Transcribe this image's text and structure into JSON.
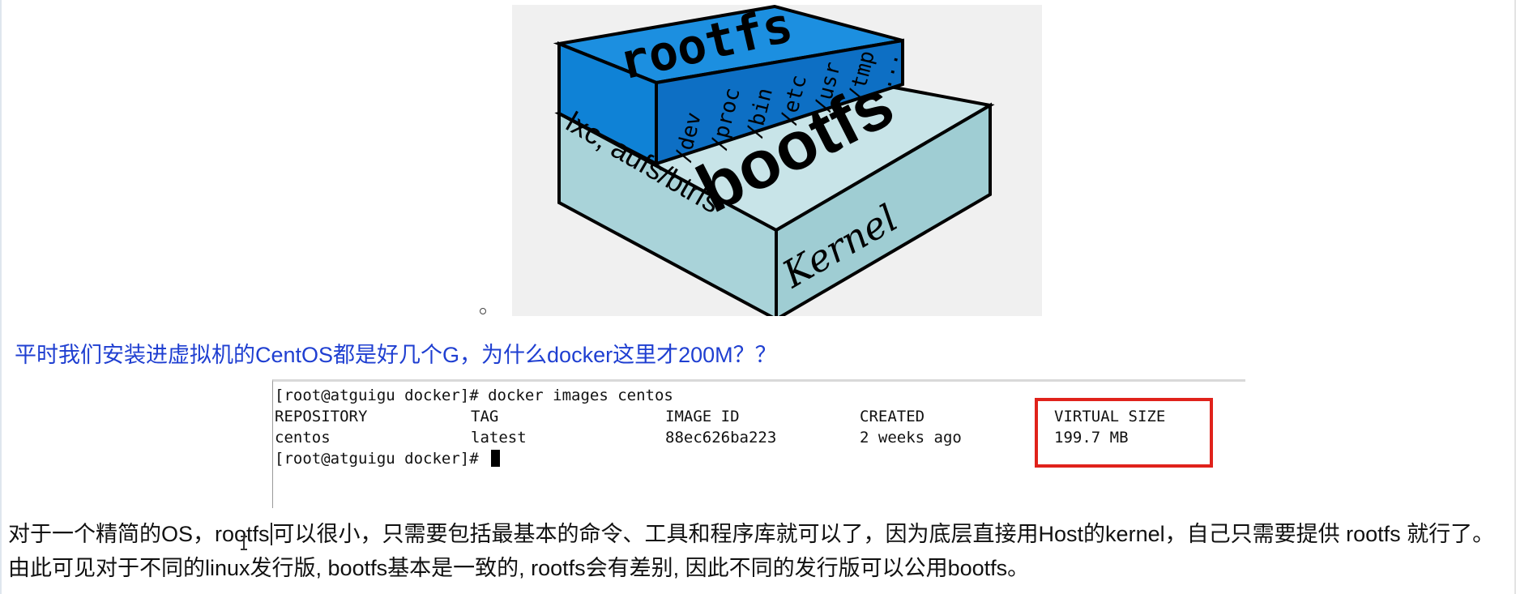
{
  "diagram": {
    "top_label": "rootfs",
    "directories": [
      "/dev",
      "/proc",
      "/bin",
      "/etc",
      "/usr",
      "/tmp",
      "..."
    ],
    "middle_label": "bootfs",
    "left_label": "lxc, aufs/btrfs",
    "bottom_label": "Kernel",
    "colors": {
      "rootfs_top": "#1c8fe0",
      "rootfs_front": "#0d6fc4",
      "bootfs_top": "#c8e4e8",
      "bootfs_front": "#9fcdd3",
      "background": "#f0f0f0"
    }
  },
  "question": "平时我们安装进虚拟机的CentOS都是好几个G，为什么docker这里才200M？？",
  "terminal": {
    "command_line": "[root@atguigu docker]# docker images centos",
    "headers": [
      "REPOSITORY",
      "TAG",
      "IMAGE ID",
      "CREATED",
      "VIRTUAL SIZE"
    ],
    "rows": [
      [
        "centos",
        "latest",
        "88ec626ba223",
        "2 weeks ago",
        "199.7 MB"
      ]
    ],
    "prompt_line": "[root@atguigu docker]# "
  },
  "paragraph": {
    "part_before_caret": "对于一个精简的OS，rootfs",
    "part_after_caret": "可以很小，只需要包括最基本的命令、工具和程序库就可以了，因为底层直接用Host的kernel，自己只需要提供 rootfs 就行了。由此可见对于不同的linux发行版, bootfs基本是一致的, rootfs会有差别, 因此不同的发行版可以公用bootfs。"
  }
}
